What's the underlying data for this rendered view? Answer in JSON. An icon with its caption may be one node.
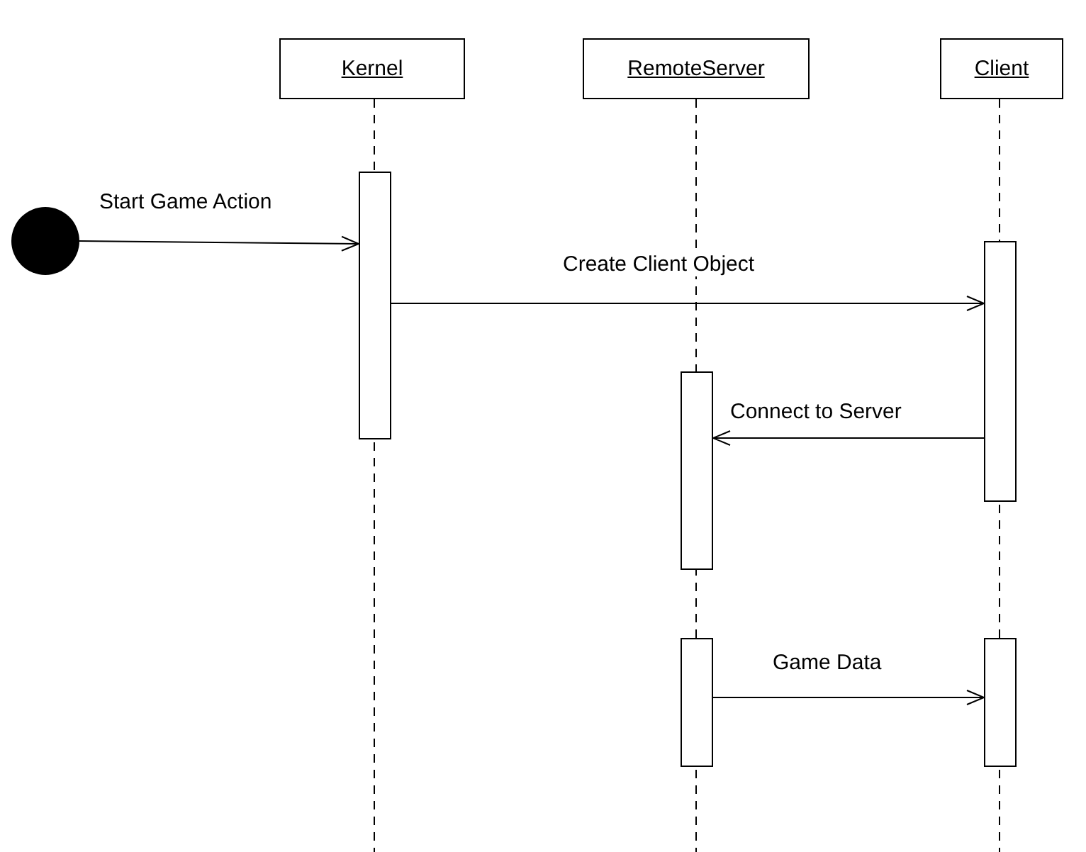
{
  "diagram": {
    "nodes": [
      {
        "text": [
          "Kernel"
        ]
      },
      {
        "text": [
          "RemoteServer"
        ]
      },
      {
        "text": [
          "Client"
        ]
      },
      {
        "text": [],
        "shape": "circle"
      },
      {
        "text": [],
        "shape": "bar"
      },
      {
        "text": [],
        "shape": "bar"
      },
      {
        "text": [],
        "shape": "bar"
      },
      {
        "text": [],
        "shape": "bar"
      },
      {
        "text": [],
        "shape": "bar"
      }
    ],
    "edges": [
      {
        "from": 3,
        "to": 4,
        "arrow": "to",
        "label": "Start Game Action"
      },
      {
        "from": 4,
        "to": 5,
        "arrow": "to",
        "label": "Create Client Object"
      },
      {
        "from": 5,
        "to": 6,
        "arrow": "to",
        "label": "Connect to Server"
      },
      {
        "from": 7,
        "to": 8,
        "arrow": "to",
        "label": "Game Data"
      }
    ]
  }
}
